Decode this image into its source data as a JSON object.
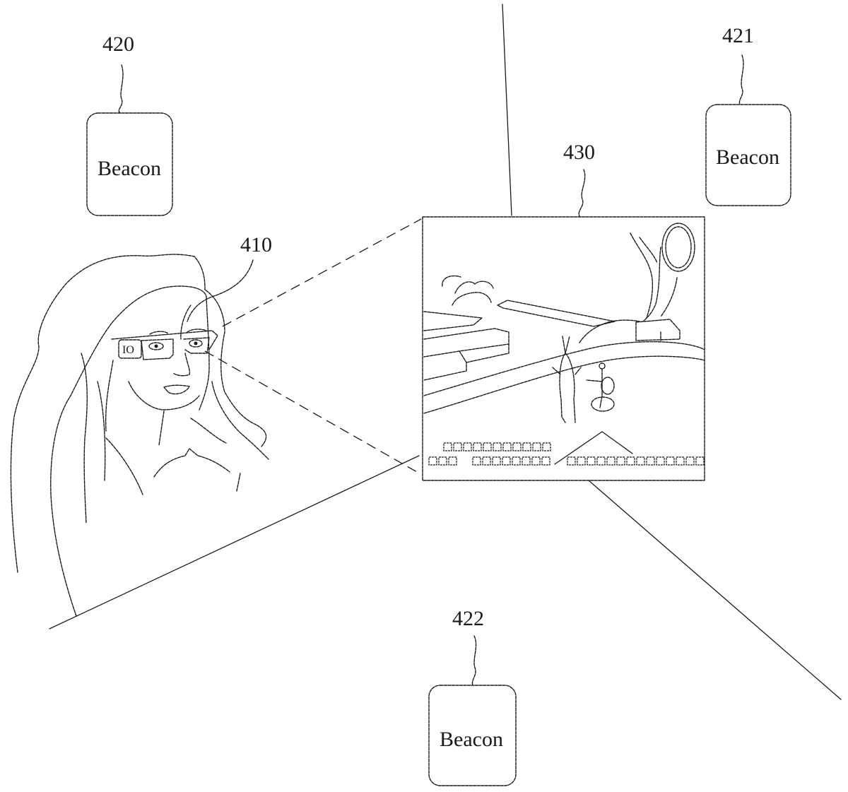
{
  "figure": {
    "type": "patent-drawing",
    "description": "User wearing smart glasses viewing AR game scene within an area bounded by three beacons"
  },
  "references": {
    "glasses": "410",
    "beacon_a": "420",
    "beacon_b": "421",
    "beacon_c": "422",
    "virtual_screen": "430"
  },
  "beacons": [
    {
      "ref": "420",
      "label": "Beacon"
    },
    {
      "ref": "421",
      "label": "Beacon"
    },
    {
      "ref": "422",
      "label": "Beacon"
    }
  ],
  "glasses_side_mark": "IO",
  "screen_hud": {
    "row1_boxes": 11,
    "row2_left_boxes": 3,
    "row2_mid_boxes": 8,
    "row2_right_boxes": 14
  }
}
